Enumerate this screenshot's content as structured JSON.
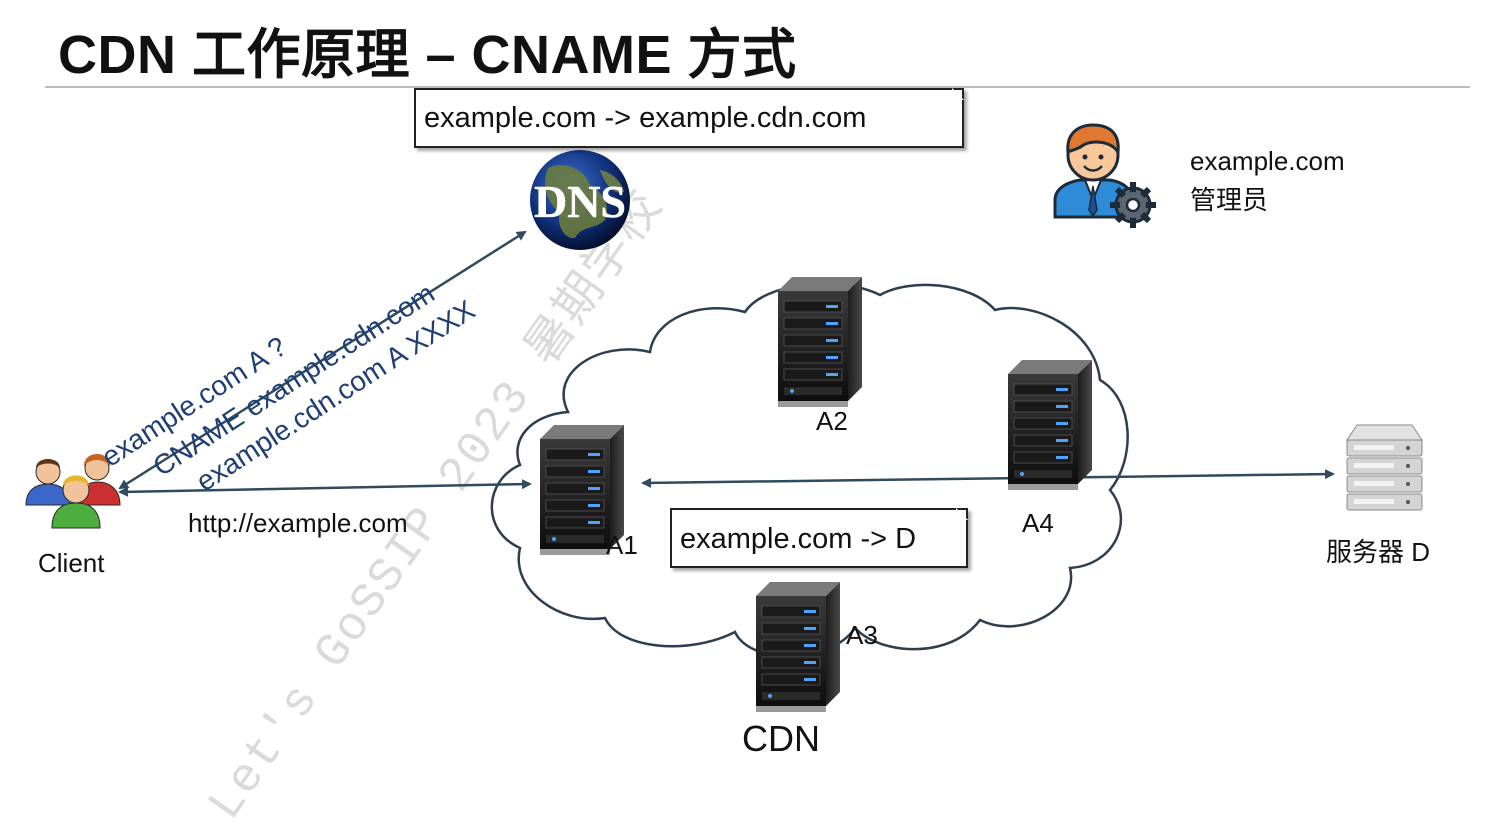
{
  "title": "CDN 工作原理 – CNAME 方式",
  "dns_mapping_callout": "example.com ->  example.cdn.com",
  "dns_icon_text": "DNS",
  "admin": {
    "domain": "example.com",
    "role": "管理员"
  },
  "dns_query_sequence": [
    "example.com A ?",
    "CNAME example.cdn.com",
    "example.cdn.com  A  XXXX"
  ],
  "client_label": "Client",
  "http_request_label": "http://example.com",
  "servers": {
    "a1": "A1",
    "a2": "A2",
    "a3": "A3",
    "a4": "A4"
  },
  "cdn_route_callout": "example.com -> D",
  "cdn_label": "CDN",
  "origin_server_label": "服务器 D",
  "watermark": "Let's GoSSIP 2023 暑期学校",
  "colors": {
    "sequence_text": "#1f3e73",
    "arrows": "#2f4b5e",
    "cloud_stroke": "#2c3e50"
  }
}
